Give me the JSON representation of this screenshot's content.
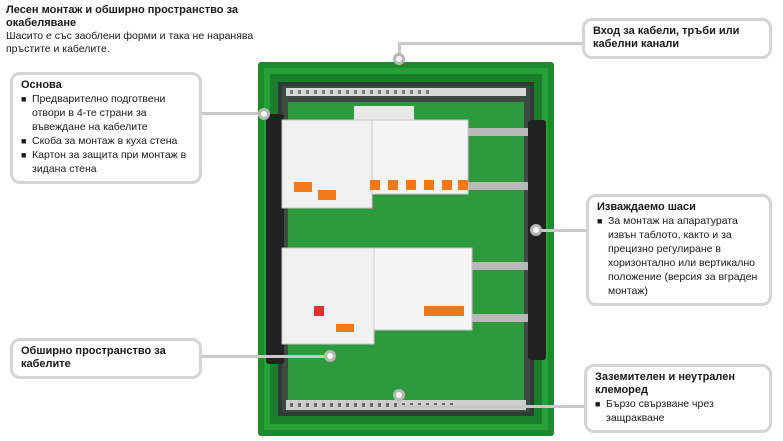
{
  "top_left_text": {
    "title": "Лесен монтаж и обширно пространство за окабеляване",
    "body": "Шасито е със заоблени форми и така не наранява пръстите и кабелите."
  },
  "callout_base": {
    "title": "Основа",
    "items": [
      "Предварително подготвени отвори в 4-те страни за въвеждане на кабелите",
      "Скоба за монтаж в куха стена",
      "Картон за защита при монтаж в зидана стена"
    ]
  },
  "callout_cable_entry": {
    "title": "Вход за кабели, тръби или кабелни канали"
  },
  "callout_chassis": {
    "title": "Изваждаемо шаси",
    "items": [
      "За монтаж на апаратурата извън таблото, както и за прецизно регулиране в хоризонтално или вертикално положение (версия за вграден монтаж)"
    ]
  },
  "callout_cable_space": {
    "title": "Обширно пространство за кабелите"
  },
  "callout_terminal": {
    "title": "Заземителен и неутрален клеморед",
    "items": [
      "Бързо свързване чрез защракване"
    ]
  },
  "colors": {
    "frame_green": "#1e8a2e",
    "callout_border": "#d4d4d4",
    "breaker_orange": "#f07a1a"
  }
}
